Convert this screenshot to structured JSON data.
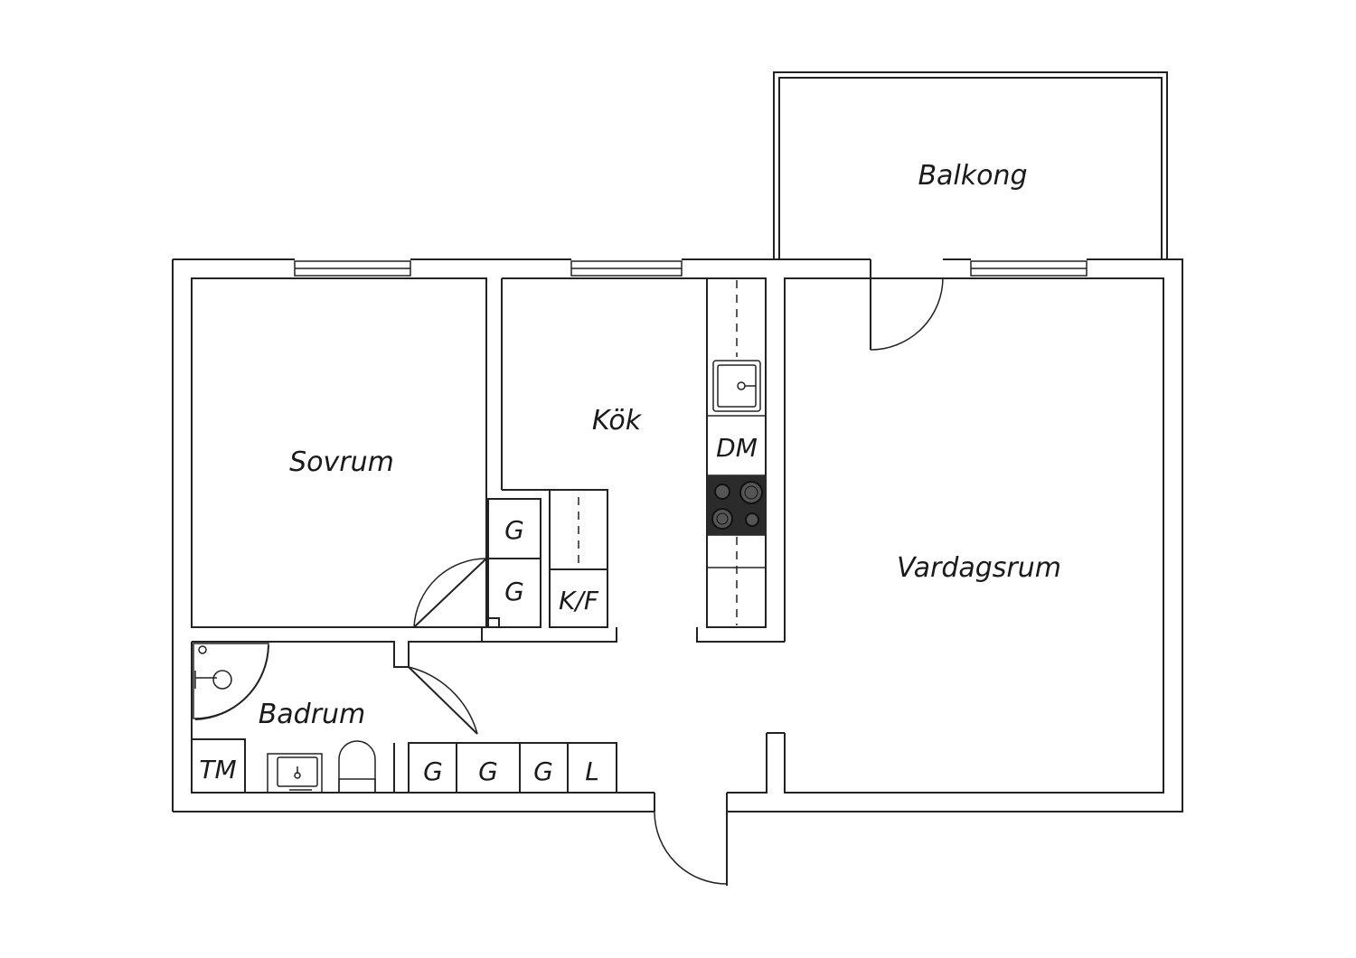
{
  "rooms": {
    "balcony": "Balkong",
    "bedroom": "Sovrum",
    "kitchen": "Kök",
    "living_room": "Vardagsrum",
    "bathroom": "Badrum"
  },
  "fixtures": {
    "dishwasher": "DM",
    "fridge_freezer": "K/F",
    "kitchen_wardrobe_top": "G",
    "kitchen_wardrobe_bottom": "G",
    "hall_wardrobe_1": "G",
    "hall_wardrobe_2": "G",
    "hall_wardrobe_3": "G",
    "hall_linen": "L",
    "washing_machine": "TM"
  }
}
